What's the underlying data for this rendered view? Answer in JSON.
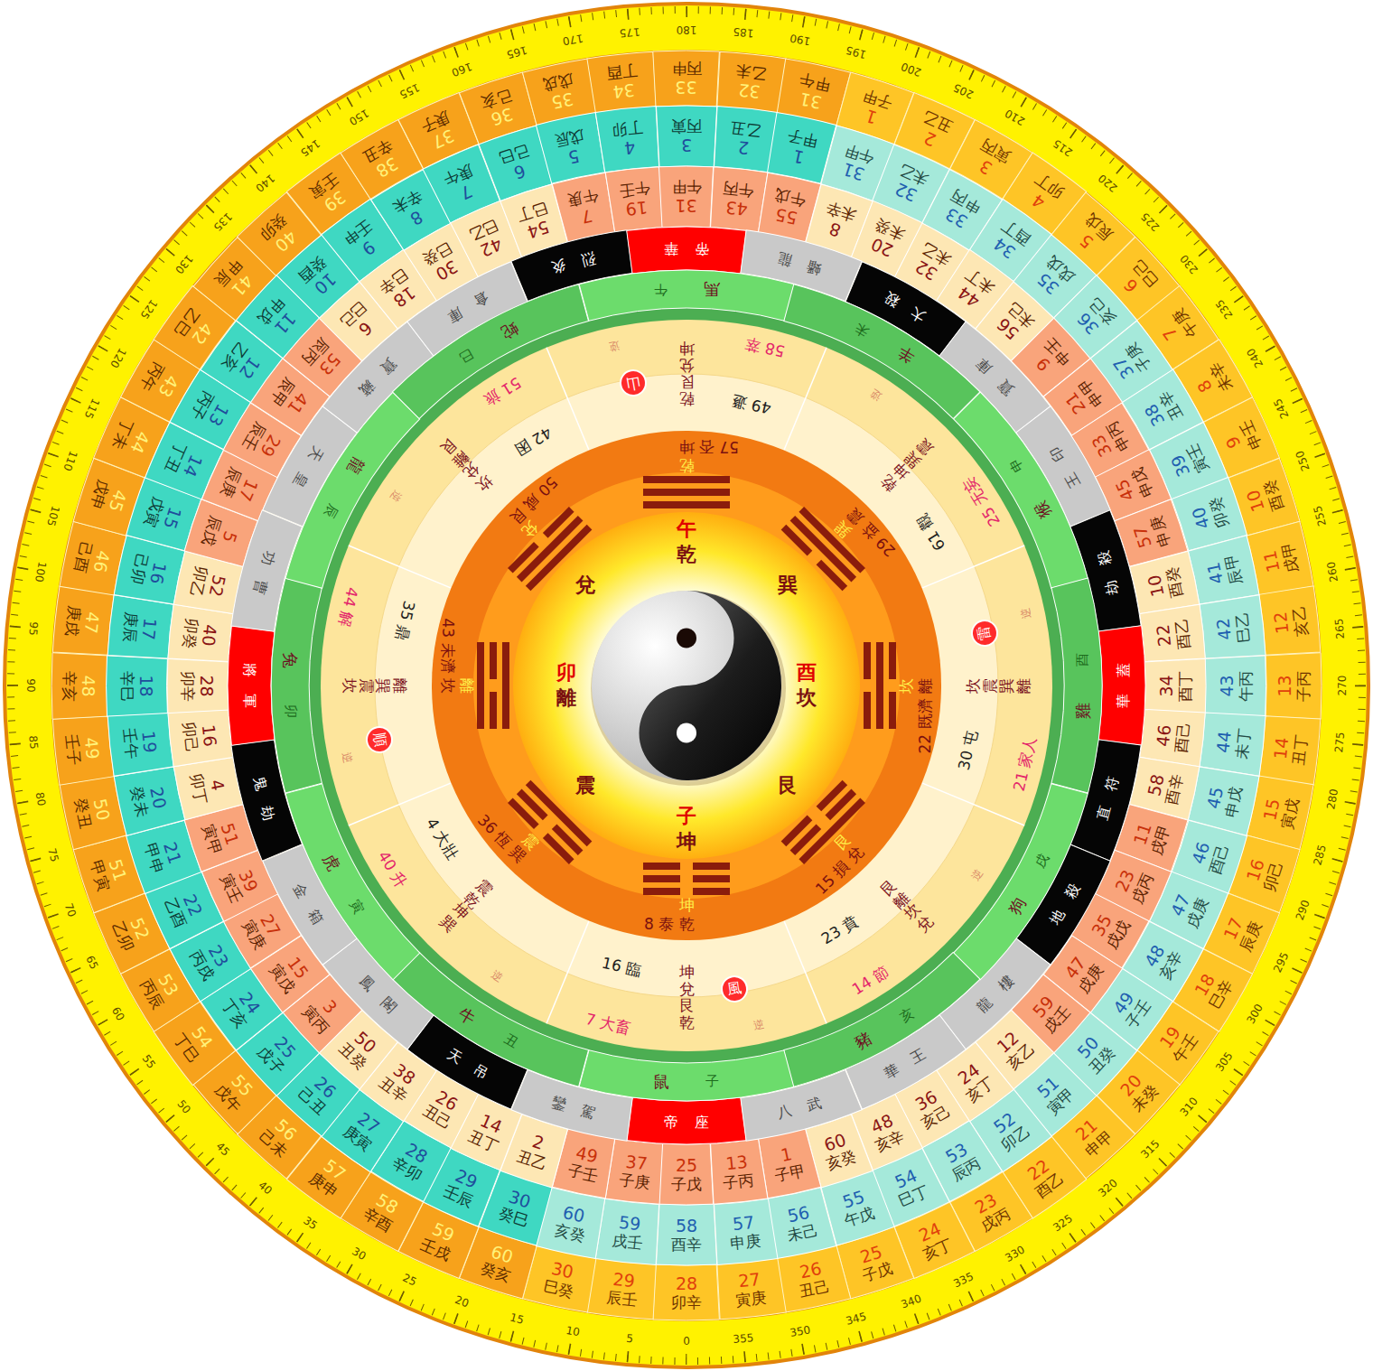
{
  "diagram": {
    "nodes": [
      {
        "text": [
          "28",
          "卯辛"
        ]
      },
      {
        "text": [
          "29",
          "辰壬"
        ]
      },
      {
        "text": [
          "30",
          "巳癸"
        ]
      },
      {
        "text": [
          "60",
          "癸亥"
        ]
      },
      {
        "text": [
          "59",
          "壬戌"
        ]
      },
      {
        "text": [
          "58",
          "辛酉"
        ]
      },
      {
        "text": [
          "57",
          "庚申"
        ]
      },
      {
        "text": [
          "56",
          "己未"
        ]
      },
      {
        "text": [
          "55",
          "戊午"
        ]
      },
      {
        "text": [
          "54",
          "丁巳"
        ]
      },
      {
        "text": [
          "53",
          "丙辰"
        ]
      },
      {
        "text": [
          "52",
          "乙卯"
        ]
      },
      {
        "text": [
          "51",
          "甲寅"
        ]
      },
      {
        "text": [
          "50",
          "癸丑"
        ]
      },
      {
        "text": [
          "49",
          "壬子"
        ]
      },
      {
        "text": [
          "48",
          "辛亥"
        ]
      },
      {
        "text": [
          "47",
          "庚戌"
        ]
      },
      {
        "text": [
          "46",
          "己酉"
        ]
      },
      {
        "text": [
          "45",
          "戊申"
        ]
      },
      {
        "text": [
          "44",
          "丁未"
        ]
      },
      {
        "text": [
          "43",
          "丙午"
        ]
      },
      {
        "text": [
          "42",
          "乙巳"
        ]
      },
      {
        "text": [
          "41",
          "甲辰"
        ]
      },
      {
        "text": [
          "40",
          "癸卯"
        ]
      },
      {
        "text": [
          "39",
          "壬寅"
        ]
      },
      {
        "text": [
          "38",
          "辛丑"
        ]
      },
      {
        "text": [
          "37",
          "庚子"
        ]
      },
      {
        "text": [
          "36",
          "己亥"
        ]
      },
      {
        "text": [
          "35",
          "戊戌"
        ]
      },
      {
        "text": [
          "34",
          "丁酉"
        ]
      },
      {
        "text": [
          "33",
          "丙申"
        ]
      },
      {
        "text": [
          "32",
          "乙未"
        ]
      },
      {
        "text": [
          "31",
          "甲午"
        ]
      },
      {
        "text": [
          "1",
          "子甲"
        ]
      },
      {
        "text": [
          "2",
          "丑乙"
        ]
      },
      {
        "text": [
          "3",
          "寅丙"
        ]
      },
      {
        "text": [
          "4",
          "卯丁"
        ]
      },
      {
        "text": [
          "5",
          "辰戊"
        ]
      },
      {
        "text": [
          "6",
          "巳己"
        ]
      },
      {
        "text": [
          "7",
          "午庚"
        ]
      },
      {
        "text": [
          "8",
          "未辛"
        ]
      },
      {
        "text": [
          "9",
          "申壬"
        ]
      },
      {
        "text": [
          "10",
          "酉癸"
        ]
      },
      {
        "text": [
          "11",
          "戌甲"
        ]
      },
      {
        "text": [
          "12",
          "亥乙"
        ]
      },
      {
        "text": [
          "13",
          "子丙"
        ]
      },
      {
        "text": [
          "14",
          "丑丁"
        ]
      },
      {
        "text": [
          "15",
          "寅戊"
        ]
      },
      {
        "text": [
          "16",
          "卯己"
        ]
      },
      {
        "text": [
          "17",
          "辰庚"
        ]
      },
      {
        "text": [
          "18",
          "巳辛"
        ]
      },
      {
        "text": [
          "19",
          "午壬"
        ]
      },
      {
        "text": [
          "20",
          "未癸"
        ]
      },
      {
        "text": [
          "21",
          "申甲"
        ]
      },
      {
        "text": [
          "22",
          "酉乙"
        ]
      },
      {
        "text": [
          "23",
          "戌丙"
        ]
      },
      {
        "text": [
          "24",
          "亥丁"
        ]
      },
      {
        "text": [
          "25",
          "子戊"
        ]
      },
      {
        "text": [
          "26",
          "丑己"
        ]
      },
      {
        "text": [
          "27",
          "寅庚"
        ]
      },
      {
        "text": [
          "58",
          "酉辛"
        ]
      },
      {
        "text": [
          "59",
          "戌壬"
        ]
      },
      {
        "text": [
          "60",
          "亥癸"
        ]
      },
      {
        "text": [
          "30",
          "癸巳"
        ]
      },
      {
        "text": [
          "29",
          "壬辰"
        ]
      },
      {
        "text": [
          "28",
          "辛卯"
        ]
      },
      {
        "text": [
          "27",
          "庚寅"
        ]
      },
      {
        "text": [
          "26",
          "己丑"
        ]
      },
      {
        "text": [
          "25",
          "戊子"
        ]
      },
      {
        "text": [
          "24",
          "丁亥"
        ]
      },
      {
        "text": [
          "23",
          "丙戌"
        ]
      },
      {
        "text": [
          "22",
          "乙酉"
        ]
      },
      {
        "text": [
          "21",
          "甲申"
        ]
      },
      {
        "text": [
          "20",
          "癸未"
        ]
      },
      {
        "text": [
          "19",
          "壬午"
        ]
      },
      {
        "text": [
          "18",
          "辛巳"
        ]
      },
      {
        "text": [
          "17",
          "庚辰"
        ]
      },
      {
        "text": [
          "16",
          "己卯"
        ]
      },
      {
        "text": [
          "15",
          "戊寅"
        ]
      },
      {
        "text": [
          "14",
          "丁丑"
        ]
      },
      {
        "text": [
          "13",
          "丙子"
        ]
      },
      {
        "text": [
          "12",
          "乙亥"
        ]
      },
      {
        "text": [
          "11",
          "甲戌"
        ]
      },
      {
        "text": [
          "10",
          "癸酉"
        ]
      },
      {
        "text": [
          "9",
          "壬申"
        ]
      },
      {
        "text": [
          "8",
          "辛未"
        ]
      },
      {
        "text": [
          "7",
          "庚午"
        ]
      },
      {
        "text": [
          "6",
          "己巳"
        ]
      },
      {
        "text": [
          "5",
          "戊辰"
        ]
      },
      {
        "text": [
          "4",
          "丁卯"
        ]
      },
      {
        "text": [
          "3",
          "丙寅"
        ]
      },
      {
        "text": [
          "2",
          "乙丑"
        ]
      },
      {
        "text": [
          "1",
          "甲子"
        ]
      },
      {
        "text": [
          "31",
          "午甲"
        ]
      },
      {
        "text": [
          "32",
          "未乙"
        ]
      },
      {
        "text": [
          "33",
          "申丙"
        ]
      },
      {
        "text": [
          "34",
          "酉丁"
        ]
      },
      {
        "text": [
          "35",
          "戌戊"
        ]
      },
      {
        "text": [
          "36",
          "亥己"
        ]
      },
      {
        "text": [
          "37",
          "子庚"
        ]
      },
      {
        "text": [
          "38",
          "丑辛"
        ]
      },
      {
        "text": [
          "39",
          "寅壬"
        ]
      },
      {
        "text": [
          "40",
          "卯癸"
        ]
      },
      {
        "text": [
          "41",
          "辰甲"
        ]
      },
      {
        "text": [
          "42",
          "巳乙"
        ]
      },
      {
        "text": [
          "43",
          "午丙"
        ]
      },
      {
        "text": [
          "44",
          "未丁"
        ]
      },
      {
        "text": [
          "45",
          "申戊"
        ]
      },
      {
        "text": [
          "46",
          "酉己"
        ]
      },
      {
        "text": [
          "47",
          "戌庚"
        ]
      },
      {
        "text": [
          "48",
          "亥辛"
        ]
      },
      {
        "text": [
          "49",
          "子壬"
        ]
      },
      {
        "text": [
          "50",
          "丑癸"
        ]
      },
      {
        "text": [
          "51",
          "寅甲"
        ]
      },
      {
        "text": [
          "52",
          "卯乙"
        ]
      },
      {
        "text": [
          "53",
          "辰丙"
        ]
      },
      {
        "text": [
          "54",
          "巳丁"
        ]
      },
      {
        "text": [
          "55",
          "午戊"
        ]
      },
      {
        "text": [
          "56",
          "未己"
        ]
      },
      {
        "text": [
          "57",
          "申庚"
        ]
      },
      {
        "text": [
          "25",
          "子戊"
        ]
      },
      {
        "text": [
          "37",
          "子庚"
        ]
      },
      {
        "text": [
          "49",
          "子壬"
        ]
      },
      {
        "text": [
          "2",
          "丑乙"
        ]
      },
      {
        "text": [
          "14",
          "丑丁"
        ]
      },
      {
        "text": [
          "26",
          "丑己"
        ]
      },
      {
        "text": [
          "38",
          "丑辛"
        ]
      },
      {
        "text": [
          "50",
          "丑癸"
        ]
      },
      {
        "text": [
          "3",
          "寅丙"
        ]
      },
      {
        "text": [
          "15",
          "寅戊"
        ]
      },
      {
        "text": [
          "27",
          "寅庚"
        ]
      },
      {
        "text": [
          "39",
          "寅壬"
        ]
      },
      {
        "text": [
          "51",
          "寅甲"
        ]
      },
      {
        "text": [
          "4",
          "卯丁"
        ]
      },
      {
        "text": [
          "16",
          "卯己"
        ]
      },
      {
        "text": [
          "28",
          "卯辛"
        ]
      },
      {
        "text": [
          "40",
          "卯癸"
        ]
      },
      {
        "text": [
          "52",
          "卯乙"
        ]
      },
      {
        "text": [
          "5",
          "辰戊"
        ]
      },
      {
        "text": [
          "17",
          "辰庚"
        ]
      },
      {
        "text": [
          "29",
          "辰壬"
        ]
      },
      {
        "text": [
          "41",
          "辰甲"
        ]
      },
      {
        "text": [
          "53",
          "辰丙"
        ]
      },
      {
        "text": [
          "6",
          "巳己"
        ]
      },
      {
        "text": [
          "18",
          "巳辛"
        ]
      },
      {
        "text": [
          "30",
          "巳癸"
        ]
      },
      {
        "text": [
          "42",
          "巳乙"
        ]
      },
      {
        "text": [
          "54",
          "巳丁"
        ]
      },
      {
        "text": [
          "7",
          "午庚"
        ]
      },
      {
        "text": [
          "19",
          "午壬"
        ]
      },
      {
        "text": [
          "31",
          "午甲"
        ]
      },
      {
        "text": [
          "43",
          "午丙"
        ]
      },
      {
        "text": [
          "55",
          "午戊"
        ]
      },
      {
        "text": [
          "8",
          "未辛"
        ]
      },
      {
        "text": [
          "20",
          "未癸"
        ]
      },
      {
        "text": [
          "32",
          "未乙"
        ]
      },
      {
        "text": [
          "44",
          "未丁"
        ]
      },
      {
        "text": [
          "56",
          "未己"
        ]
      },
      {
        "text": [
          "9",
          "申壬"
        ]
      },
      {
        "text": [
          "21",
          "申甲"
        ]
      },
      {
        "text": [
          "33",
          "申丙"
        ]
      },
      {
        "text": [
          "45",
          "申戊"
        ]
      },
      {
        "text": [
          "57",
          "申庚"
        ]
      },
      {
        "text": [
          "10",
          "酉癸"
        ]
      },
      {
        "text": [
          "22",
          "酉乙"
        ]
      },
      {
        "text": [
          "34",
          "酉丁"
        ]
      },
      {
        "text": [
          "46",
          "酉己"
        ]
      },
      {
        "text": [
          "58",
          "酉辛"
        ]
      },
      {
        "text": [
          "11",
          "戌甲"
        ]
      },
      {
        "text": [
          "23",
          "戌丙"
        ]
      },
      {
        "text": [
          "35",
          "戌戊"
        ]
      },
      {
        "text": [
          "47",
          "戌庚"
        ]
      },
      {
        "text": [
          "59",
          "戌壬"
        ]
      },
      {
        "text": [
          "12",
          "亥乙"
        ]
      },
      {
        "text": [
          "24",
          "亥丁"
        ]
      },
      {
        "text": [
          "36",
          "亥己"
        ]
      },
      {
        "text": [
          "48",
          "亥辛"
        ]
      },
      {
        "text": [
          "60",
          "亥癸"
        ]
      },
      {
        "text": [
          "1",
          "子甲"
        ]
      },
      {
        "text": [
          "13",
          "子丙"
        ]
      },
      {
        "text": [
          "帝座"
        ]
      },
      {
        "text": [
          "鑾駕"
        ]
      },
      {
        "text": [
          "天吊"
        ]
      },
      {
        "text": [
          "鳳閣"
        ]
      },
      {
        "text": [
          "金箱"
        ]
      },
      {
        "text": [
          "鬼劫"
        ]
      },
      {
        "text": [
          "將軍"
        ]
      },
      {
        "text": [
          "功曹"
        ]
      },
      {
        "text": [
          "天皇"
        ]
      },
      {
        "text": [
          "寶藏"
        ]
      },
      {
        "text": [
          "倉庫"
        ]
      },
      {
        "text": [
          "烈炎"
        ]
      },
      {
        "text": [
          "帝華"
        ]
      },
      {
        "text": [
          "蟠龍"
        ]
      },
      {
        "text": [
          "大殺"
        ]
      },
      {
        "text": [
          "寶庫"
        ]
      },
      {
        "text": [
          "王印"
        ]
      },
      {
        "text": [
          "劫殺"
        ]
      },
      {
        "text": [
          "華蓋"
        ]
      },
      {
        "text": [
          "直符"
        ]
      },
      {
        "text": [
          "地殺"
        ]
      },
      {
        "text": [
          "龍樓"
        ]
      },
      {
        "text": [
          "華王"
        ]
      },
      {
        "text": [
          "八武"
        ]
      },
      {
        "text": [
          "子",
          "鼠"
        ]
      },
      {
        "text": [
          "丑",
          "牛"
        ]
      },
      {
        "text": [
          "寅",
          "虎"
        ]
      },
      {
        "text": [
          "卯",
          "兔"
        ]
      },
      {
        "text": [
          "辰",
          "龍"
        ]
      },
      {
        "text": [
          "巳",
          "蛇"
        ]
      },
      {
        "text": [
          "午",
          "馬"
        ]
      },
      {
        "text": [
          "未",
          "羊"
        ]
      },
      {
        "text": [
          "申",
          "猴"
        ]
      },
      {
        "text": [
          "酉",
          "雞"
        ]
      },
      {
        "text": [
          "戌",
          "狗"
        ]
      },
      {
        "text": [
          "亥",
          "豬"
        ]
      },
      {
        "text": [
          "山"
        ]
      },
      {
        "text": [
          "雷"
        ]
      },
      {
        "text": [
          "風"
        ]
      },
      {
        "text": [
          "順"
        ]
      }
    ],
    "labels": [
      "0",
      "5",
      "10",
      "15",
      "20",
      "25",
      "30",
      "35",
      "40",
      "45",
      "50",
      "55",
      "60",
      "65",
      "70",
      "75",
      "80",
      "85",
      "90",
      "95",
      "100",
      "105",
      "110",
      "115",
      "120",
      "125",
      "130",
      "135",
      "140",
      "145",
      "150",
      "155",
      "160",
      "165",
      "170",
      "175",
      "180",
      "185",
      "190",
      "195",
      "200",
      "205",
      "210",
      "215",
      "220",
      "225",
      "230",
      "235",
      "240",
      "245",
      "250",
      "255",
      "260",
      "265",
      "270",
      "275",
      "280",
      "285",
      "290",
      "295",
      "300",
      "305",
      "310",
      "315",
      "320",
      "325",
      "330",
      "335",
      "340",
      "345",
      "350",
      "355",
      "7 大畜",
      "40 升",
      "44 解",
      "51 旅",
      "58 萃",
      "25 无妄",
      "21 家人",
      "14 節",
      "16 臨",
      "4 大壯",
      "35 鼎",
      "42 困",
      "49 遯",
      "61 觀",
      "30 屯",
      "23 賁",
      "坤兌艮乾",
      "震乾坤巽",
      "離巽震坎",
      "坎兌離艮",
      "乾艮兌坤",
      "乾坤巽震",
      "坎震巽離",
      "艮離坎兌",
      "坤",
      "乾",
      "8 泰",
      "震",
      "巽",
      "36 恆",
      "離",
      "坎",
      "43 未濟",
      "兌",
      "艮",
      "50 咸",
      "乾",
      "坤",
      "57 否",
      "巽",
      "震",
      "29 益",
      "坎",
      "離",
      "22 既濟",
      "艮",
      "兌",
      "15 損",
      "午",
      "乾",
      "巽",
      "酉",
      "坎",
      "艮",
      "子",
      "坤",
      "震",
      "卯",
      "離",
      "兌",
      "逆",
      "逆",
      "逆",
      "逆",
      "逆",
      "逆",
      "逆",
      "逆"
    ]
  }
}
